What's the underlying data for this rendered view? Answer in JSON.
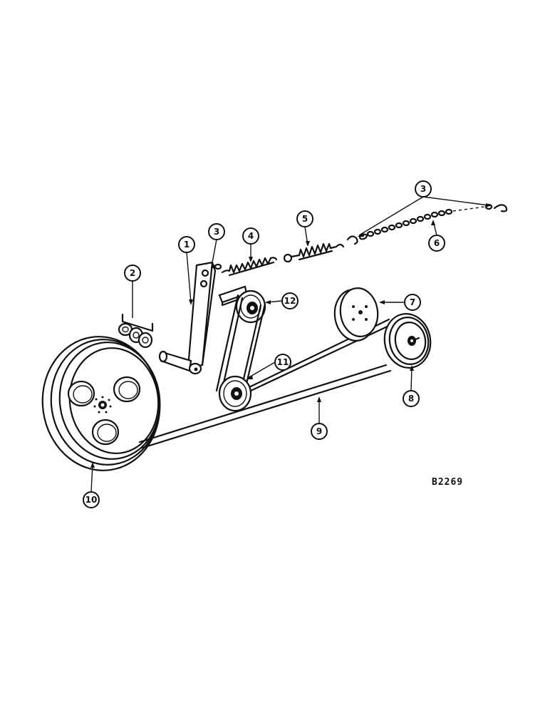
{
  "diagram": {
    "reference_code": "B2269",
    "callouts": [
      {
        "id": "c1",
        "label": "1"
      },
      {
        "id": "c2",
        "label": "2"
      },
      {
        "id": "c3a",
        "label": "3"
      },
      {
        "id": "c3b",
        "label": "3"
      },
      {
        "id": "c4",
        "label": "4"
      },
      {
        "id": "c5",
        "label": "5"
      },
      {
        "id": "c6",
        "label": "6"
      },
      {
        "id": "c7",
        "label": "7"
      },
      {
        "id": "c8",
        "label": "8"
      },
      {
        "id": "c9",
        "label": "9"
      },
      {
        "id": "c10",
        "label": "10"
      },
      {
        "id": "c11",
        "label": "11"
      },
      {
        "id": "c12",
        "label": "12"
      }
    ]
  }
}
